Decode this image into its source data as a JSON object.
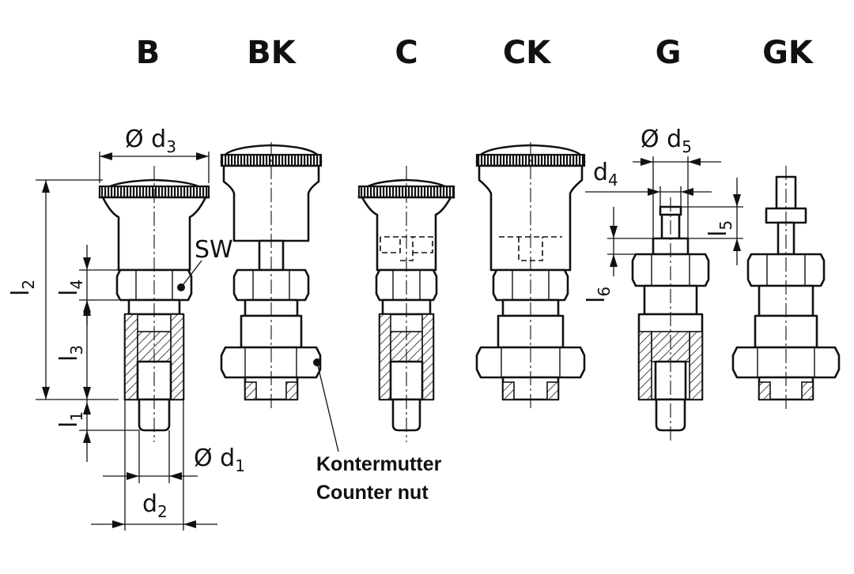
{
  "variants": [
    {
      "code": "B"
    },
    {
      "code": "BK"
    },
    {
      "code": "C"
    },
    {
      "code": "CK"
    },
    {
      "code": "G"
    },
    {
      "code": "GK"
    }
  ],
  "dimensions": {
    "d1": {
      "symbol": "Ø d",
      "sub": "1"
    },
    "d2": {
      "symbol": "d",
      "sub": "2"
    },
    "d3": {
      "symbol": "Ø d",
      "sub": "3"
    },
    "d4": {
      "symbol": "d",
      "sub": "4"
    },
    "d5": {
      "symbol": "Ø d",
      "sub": "5"
    },
    "l1": {
      "symbol": "l",
      "sub": "1"
    },
    "l2": {
      "symbol": "l",
      "sub": "2"
    },
    "l3": {
      "symbol": "l",
      "sub": "3"
    },
    "l4": {
      "symbol": "l",
      "sub": "4"
    },
    "l5": {
      "symbol": "l",
      "sub": "5"
    },
    "l6": {
      "symbol": "l",
      "sub": "6"
    },
    "sw": "SW"
  },
  "callout": {
    "line1": "Kontermutter",
    "line2": "Counter nut"
  }
}
